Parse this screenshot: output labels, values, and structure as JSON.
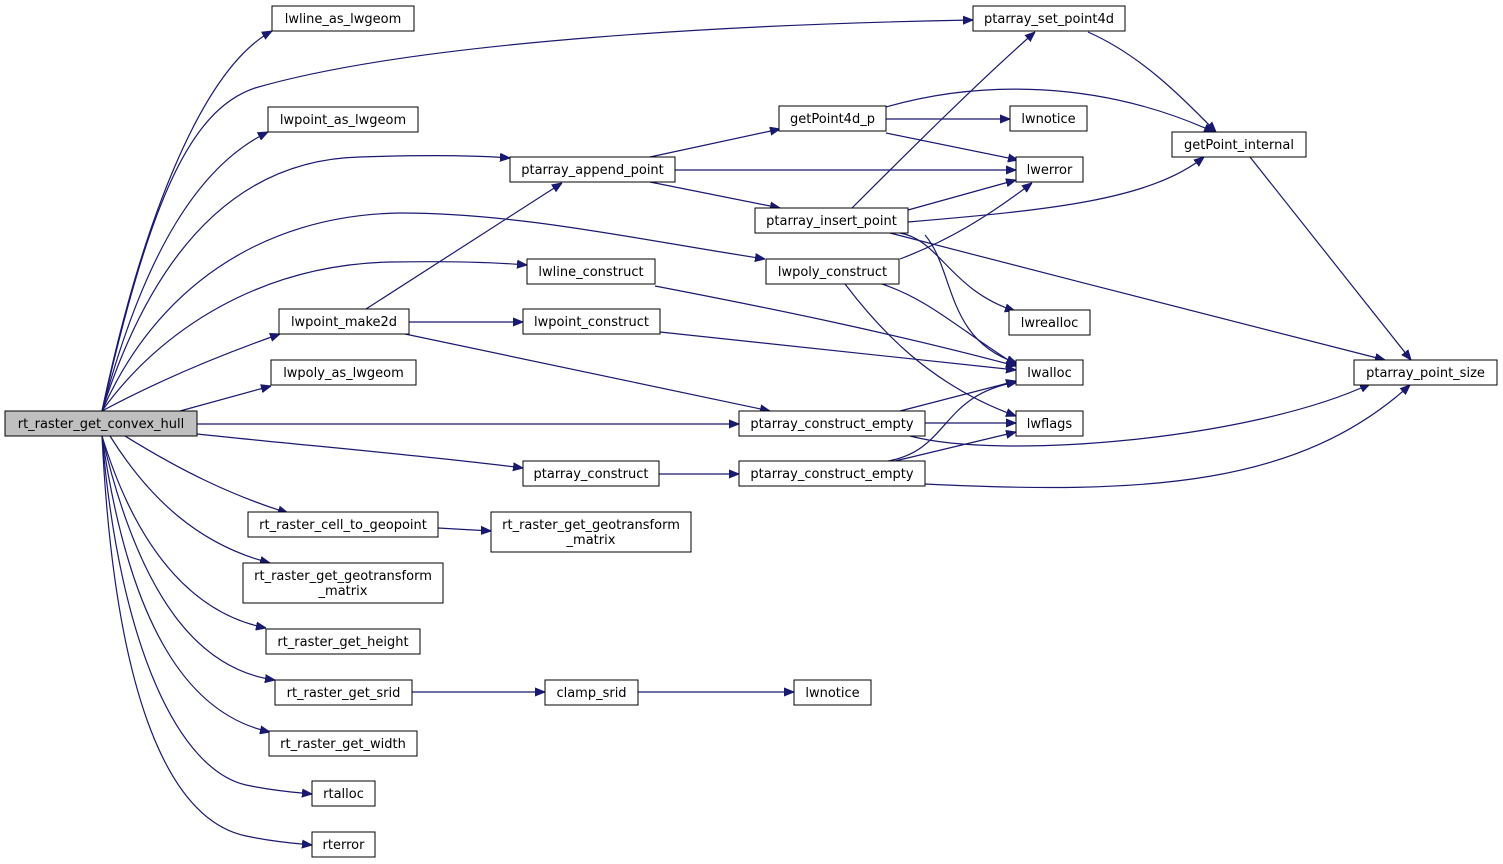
{
  "diagram": {
    "colors": {
      "edge": "#191970",
      "root_fill": "#bfbfbf",
      "node_fill": "#ffffff",
      "border": "#000000"
    },
    "nodes": [
      {
        "id": "root",
        "lines": [
          "rt_raster_get_convex_hull"
        ],
        "root": true
      },
      {
        "id": "lwline_as_lwgeom",
        "lines": [
          "lwline_as_lwgeom"
        ]
      },
      {
        "id": "lwpoint_as_lwgeom",
        "lines": [
          "lwpoint_as_lwgeom"
        ]
      },
      {
        "id": "ptarray_append_point",
        "lines": [
          "ptarray_append_point"
        ]
      },
      {
        "id": "lwline_construct",
        "lines": [
          "lwline_construct"
        ]
      },
      {
        "id": "lwpoint_make2d",
        "lines": [
          "lwpoint_make2d"
        ]
      },
      {
        "id": "lwpoint_construct",
        "lines": [
          "lwpoint_construct"
        ]
      },
      {
        "id": "lwpoly_as_lwgeom",
        "lines": [
          "lwpoly_as_lwgeom"
        ]
      },
      {
        "id": "ptarray_construct",
        "lines": [
          "ptarray_construct"
        ]
      },
      {
        "id": "rt_raster_cell_to_geopoint",
        "lines": [
          "rt_raster_cell_to_geopoint"
        ]
      },
      {
        "id": "rt_raster_get_geotransform_matrix_b",
        "lines": [
          "rt_raster_get_geotransform",
          "_matrix"
        ]
      },
      {
        "id": "rt_raster_get_geotransform_matrix_a",
        "lines": [
          "rt_raster_get_geotransform",
          "_matrix"
        ]
      },
      {
        "id": "rt_raster_get_height",
        "lines": [
          "rt_raster_get_height"
        ]
      },
      {
        "id": "rt_raster_get_srid",
        "lines": [
          "rt_raster_get_srid"
        ]
      },
      {
        "id": "clamp_srid",
        "lines": [
          "clamp_srid"
        ]
      },
      {
        "id": "lwnotice_b",
        "lines": [
          "lwnotice"
        ]
      },
      {
        "id": "rt_raster_get_width",
        "lines": [
          "rt_raster_get_width"
        ]
      },
      {
        "id": "rtalloc",
        "lines": [
          "rtalloc"
        ]
      },
      {
        "id": "rterror",
        "lines": [
          "rterror"
        ]
      },
      {
        "id": "ptarray_set_point4d",
        "lines": [
          "ptarray_set_point4d"
        ]
      },
      {
        "id": "getPoint4d_p",
        "lines": [
          "getPoint4d_p"
        ]
      },
      {
        "id": "ptarray_insert_point",
        "lines": [
          "ptarray_insert_point"
        ]
      },
      {
        "id": "lwpoly_construct",
        "lines": [
          "lwpoly_construct"
        ]
      },
      {
        "id": "ptarray_construct_empty_a",
        "lines": [
          "ptarray_construct_empty"
        ]
      },
      {
        "id": "ptarray_construct_empty_b",
        "lines": [
          "ptarray_construct_empty"
        ]
      },
      {
        "id": "lwnotice_a",
        "lines": [
          "lwnotice"
        ]
      },
      {
        "id": "lwerror",
        "lines": [
          "lwerror"
        ]
      },
      {
        "id": "lwrealloc",
        "lines": [
          "lwrealloc"
        ]
      },
      {
        "id": "lwalloc",
        "lines": [
          "lwalloc"
        ]
      },
      {
        "id": "lwflags",
        "lines": [
          "lwflags"
        ]
      },
      {
        "id": "getPoint_internal",
        "lines": [
          "getPoint_internal"
        ]
      },
      {
        "id": "ptarray_point_size",
        "lines": [
          "ptarray_point_size"
        ]
      }
    ]
  }
}
